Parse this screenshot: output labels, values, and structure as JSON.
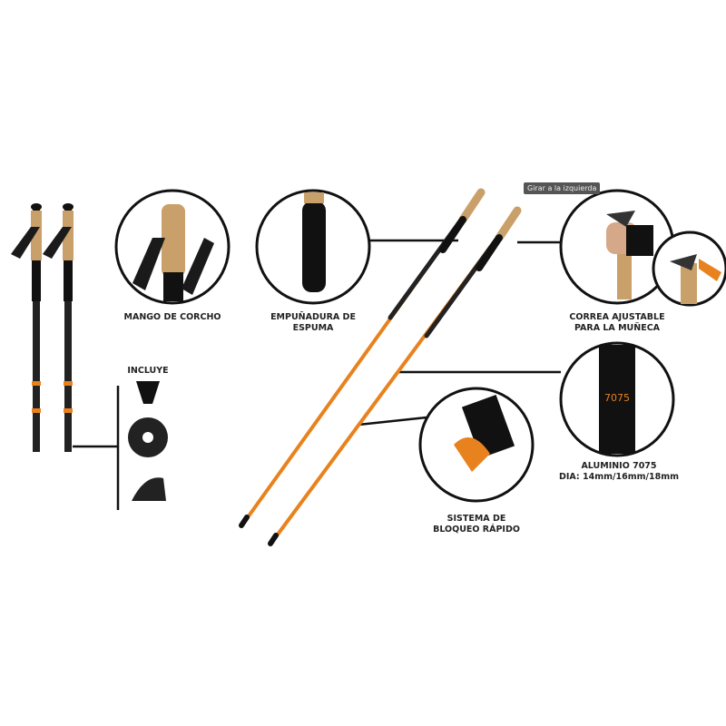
{
  "tooltip": "Girar a la izquierda",
  "labels": {
    "cork": "MANGO DE CORCHO",
    "foam_1": "EMPUÑADURA DE",
    "foam_2": "ESPUMA",
    "strap_1": "CORREA AJUSTABLE",
    "strap_2": "PARA LA MUÑECA",
    "alu_1": "ALUMINIO 7075",
    "alu_2": "DIA: 14mm/16mm/18mm",
    "lock_1": "SISTEMA DE",
    "lock_2": "BLOQUEO RÁPIDO",
    "includes": "INCLUYE"
  },
  "colors": {
    "accent": "#e8821e",
    "cork": "#c9a06a",
    "dark": "#1a1a1a"
  }
}
